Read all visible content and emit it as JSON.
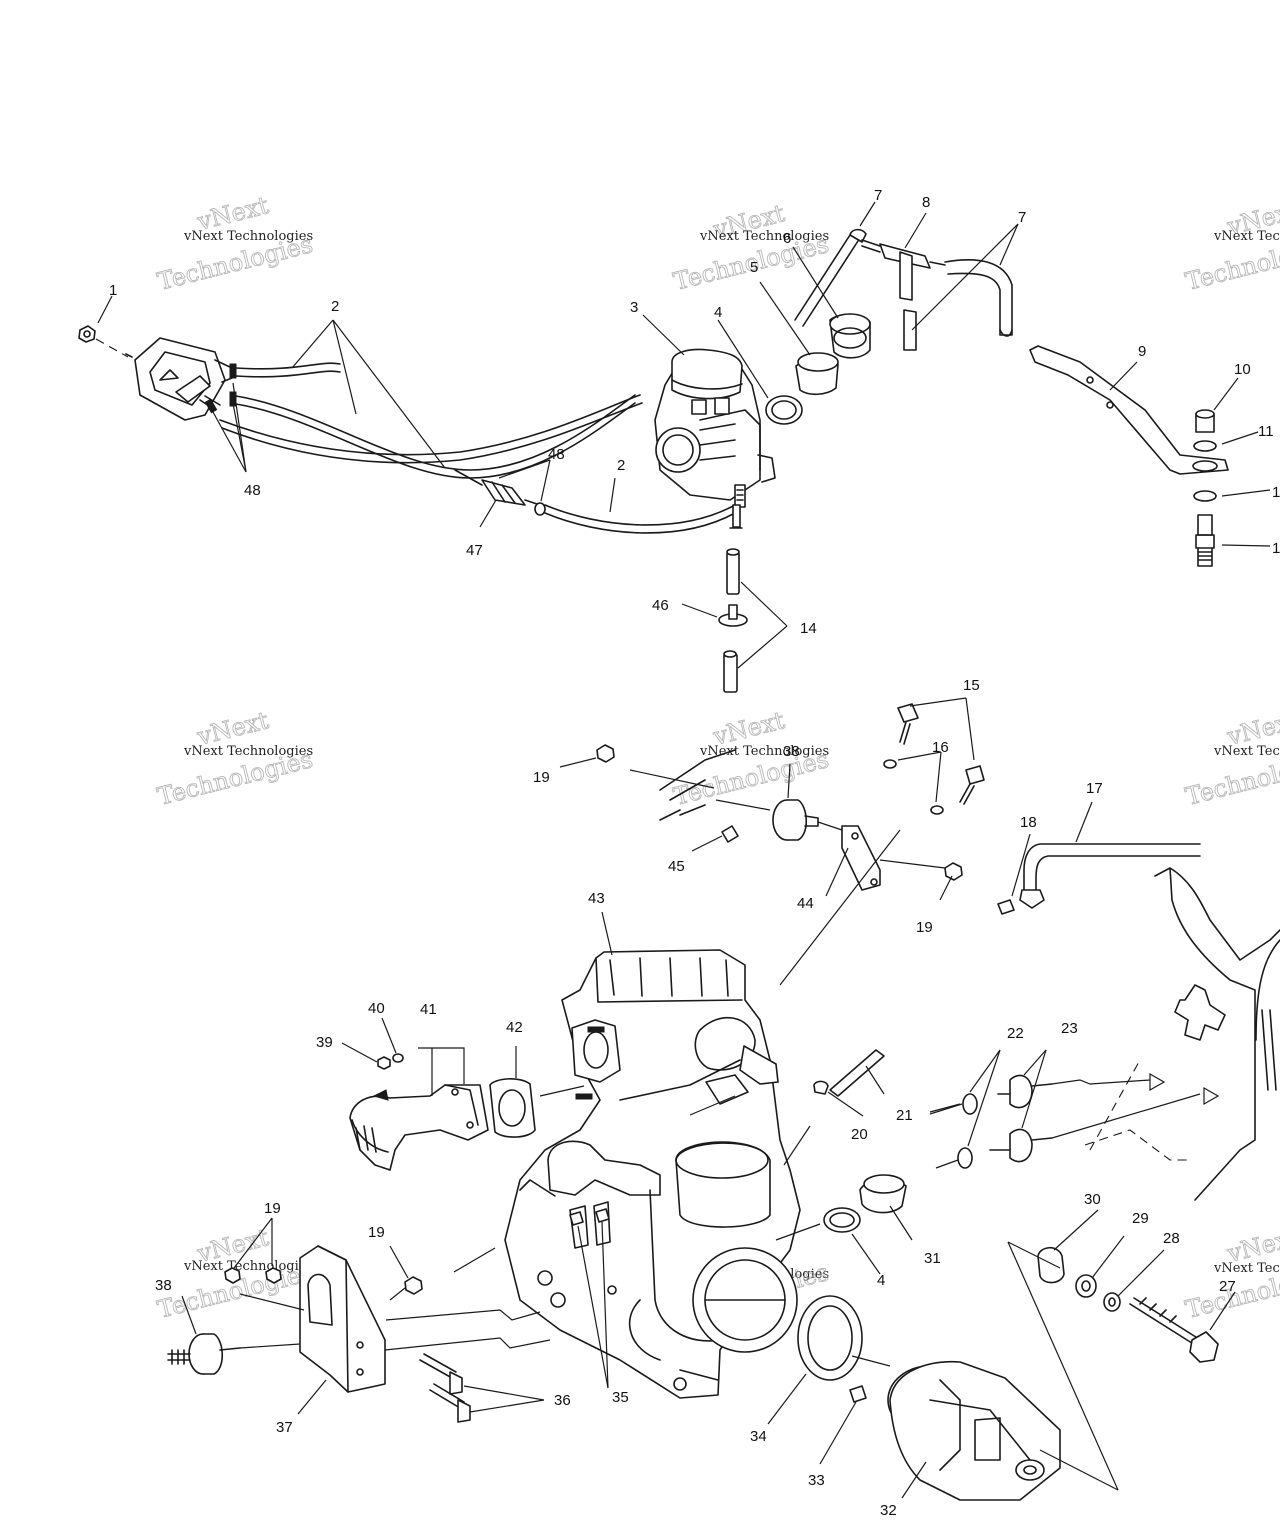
{
  "watermark": {
    "brand_short": "vNext",
    "brand_full": "vNext Technologies",
    "brand_word": "Technologies"
  },
  "callouts": {
    "c1": "1",
    "c2a": "2",
    "c2b": "2",
    "c3": "3",
    "c4a": "4",
    "c4b": "4",
    "c5": "5",
    "c6": "6",
    "c7a": "7",
    "c7b": "7",
    "c8": "8",
    "c9": "9",
    "c10": "10",
    "c11": "11",
    "c12": "1",
    "c13": "1",
    "c14": "14",
    "c15": "15",
    "c16": "16",
    "c17": "17",
    "c18": "18",
    "c19a": "19",
    "c19b": "19",
    "c19c": "19",
    "c19d": "19",
    "c20": "20",
    "c21": "21",
    "c22": "22",
    "c23": "23",
    "c27": "27",
    "c28": "28",
    "c29": "29",
    "c30": "30",
    "c31": "31",
    "c32": "32",
    "c33": "33",
    "c34": "34",
    "c35": "35",
    "c36": "36",
    "c37": "37",
    "c38a": "38",
    "c38b": "38",
    "c39": "39",
    "c40": "40",
    "c41": "41",
    "c42": "42",
    "c43": "43",
    "c44": "44",
    "c45": "45",
    "c46": "46",
    "c47": "47",
    "c48a": "48",
    "c48b": "48"
  }
}
